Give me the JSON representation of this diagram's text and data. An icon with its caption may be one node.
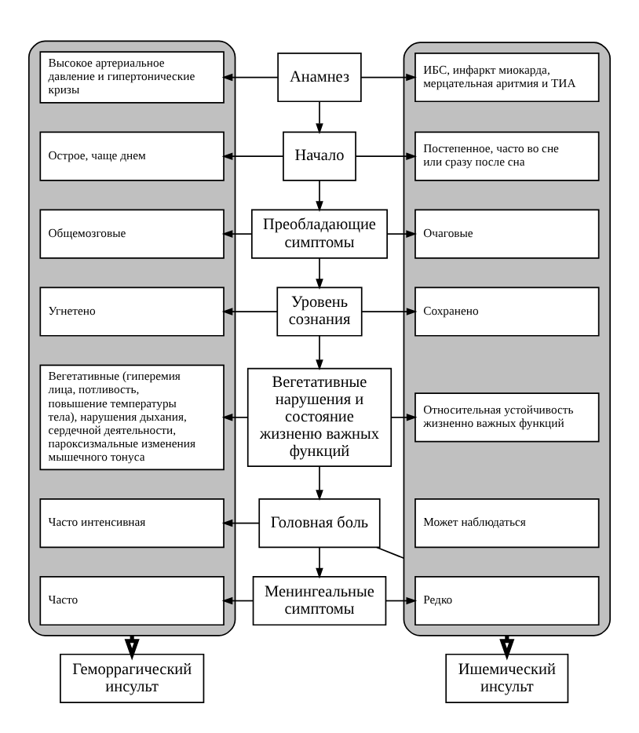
{
  "diagram": {
    "nodes": [
      {
        "text": [],
        "shape": "box"
      },
      {
        "text": [],
        "shape": "box"
      },
      {
        "text": [
          "Высокое артериальное давление и гипертонические кризы"
        ],
        "in": 0
      },
      {
        "text": [
          "Анамнез"
        ]
      },
      {
        "text": [
          "ИБС, инфаркт миокарда, мерцательная аритмия и ТИА"
        ],
        "in": 1
      },
      {
        "text": [
          "Острое, чаще днем"
        ],
        "in": 0
      },
      {
        "text": [
          "Начало"
        ]
      },
      {
        "text": [
          "Постепенное, часто во сне или сразу после сна"
        ],
        "in": 1
      },
      {
        "text": [
          "Общемозговые"
        ],
        "in": 0
      },
      {
        "text": [
          "Преобладающие симптомы"
        ]
      },
      {
        "text": [
          "Очаговые"
        ],
        "in": 1
      },
      {
        "text": [
          "Угнетено"
        ],
        "in": 0
      },
      {
        "text": [
          "Уровень сознания"
        ]
      },
      {
        "text": [
          "Сохранено"
        ],
        "in": 1
      },
      {
        "text": [
          "Вегетативные (гиперемия лица, потливость, повышение температуры тела), нарушения дыхания, сердечной деятельности, пароксизмальные изменения мышечного тонуса"
        ],
        "in": 0
      },
      {
        "text": [
          "Вегетативные нарушения и состояние жизненю важных функций"
        ]
      },
      {
        "text": [
          "Относительная устойчивость жизненно важных функций"
        ],
        "in": 1
      },
      {
        "text": [
          "Часто интенсивная"
        ],
        "in": 0
      },
      {
        "text": [
          "Головная боль"
        ]
      },
      {
        "text": [
          "Может наблюдаться"
        ],
        "in": 1
      },
      {
        "text": [
          "Часто"
        ],
        "in": 0
      },
      {
        "text": [
          "Менингеальные симптомы"
        ]
      },
      {
        "text": [
          "Редко"
        ],
        "in": 1
      },
      {
        "text": [
          "Геморрагический инсульт"
        ]
      },
      {
        "text": [
          "Ишемический инсульт"
        ]
      }
    ],
    "edges": [
      {
        "from": 3,
        "to": 2,
        "arrow": "to"
      },
      {
        "from": 3,
        "to": 4,
        "arrow": "to"
      },
      {
        "from": 3,
        "to": 6,
        "arrow": "to"
      },
      {
        "from": 6,
        "to": 5,
        "arrow": "to"
      },
      {
        "from": 6,
        "to": 7,
        "arrow": "to"
      },
      {
        "from": 6,
        "to": 9,
        "arrow": "to"
      },
      {
        "from": 9,
        "to": 8,
        "arrow": "to"
      },
      {
        "from": 9,
        "to": 10,
        "arrow": "to"
      },
      {
        "from": 9,
        "to": 12,
        "arrow": "to"
      },
      {
        "from": 12,
        "to": 11,
        "arrow": "to"
      },
      {
        "from": 12,
        "to": 13,
        "arrow": "to"
      },
      {
        "from": 12,
        "to": 15,
        "arrow": "to"
      },
      {
        "from": 15,
        "to": 14,
        "arrow": "to"
      },
      {
        "from": 15,
        "to": 16,
        "arrow": "to"
      },
      {
        "from": 15,
        "to": 18,
        "arrow": "to"
      },
      {
        "from": 18,
        "to": 17,
        "arrow": "to"
      },
      {
        "from": 18,
        "to": 1,
        "arrow": "none"
      },
      {
        "from": 18,
        "to": 21,
        "arrow": "to"
      },
      {
        "from": 21,
        "to": 20,
        "arrow": "to"
      },
      {
        "from": 21,
        "to": 22,
        "arrow": "to"
      },
      {
        "from": 0,
        "to": 23,
        "arrow": "to",
        "style": "thick"
      },
      {
        "from": 1,
        "to": 24,
        "arrow": "to",
        "style": "thick"
      }
    ]
  }
}
